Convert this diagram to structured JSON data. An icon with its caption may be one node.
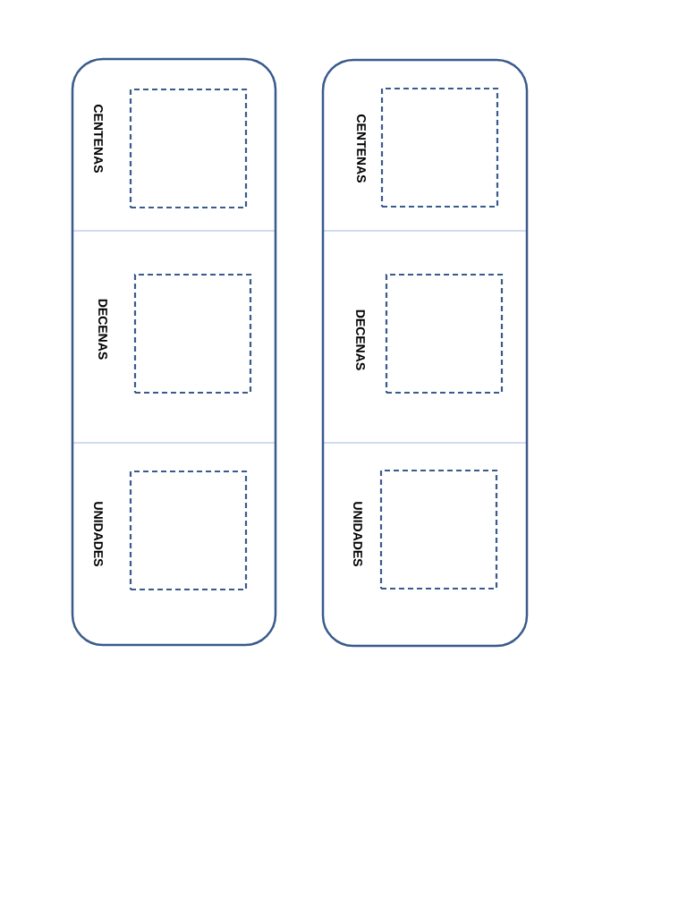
{
  "diagram": {
    "nodes": [
      {
        "text": [],
        "shape": "box"
      },
      {
        "text": [
          "CENTENAS"
        ],
        "in": 0
      },
      {
        "text": [],
        "shape": "box",
        "in": 0
      },
      {
        "text": [
          "DECENAS"
        ],
        "in": 0
      },
      {
        "text": [],
        "shape": "box",
        "in": 0
      },
      {
        "text": [
          "UNIDADES"
        ],
        "in": 0
      },
      {
        "text": [],
        "shape": "box",
        "in": 0
      },
      {
        "text": [],
        "shape": "box"
      },
      {
        "text": [
          "CENTENAS"
        ],
        "in": 7
      },
      {
        "text": [],
        "shape": "box",
        "in": 7
      },
      {
        "text": [
          "DECENAS"
        ],
        "in": 7
      },
      {
        "text": [],
        "shape": "box",
        "in": 7
      },
      {
        "text": [
          "UNIDADES"
        ],
        "in": 7
      },
      {
        "text": [],
        "shape": "box",
        "in": 7
      }
    ]
  }
}
